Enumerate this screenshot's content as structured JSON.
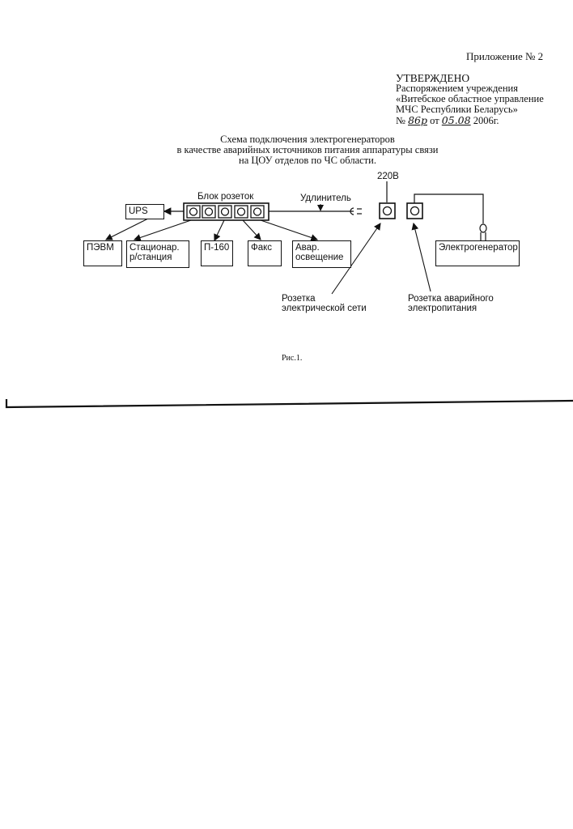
{
  "header": {
    "appendix": "Приложение № 2",
    "approved": "УТВЕРЖДЕНО",
    "approved_by_line1": "Распоряжением учреждения",
    "approved_by_line2": "«Витебское областное управление",
    "approved_by_line3": "МЧС Республики Беларусь»",
    "number_prefix": "№",
    "number_value": "86р",
    "date_connector": "от",
    "date_value": "05.08",
    "year": "2006г."
  },
  "title": {
    "line1": "Схема   подключения  электрогенераторов",
    "line2": "в качестве аварийных источников питания аппаратуры связи",
    "line3": "на ЦОУ отделов по ЧС области."
  },
  "diagram": {
    "socket_block_label": "Блок розеток",
    "extension_label": "Удлинитель",
    "voltage_label": "220В",
    "ups_label": "UPS",
    "devices": {
      "pc": "ПЭВМ",
      "station_line1": "Стационар.",
      "station_line2": "р/станция",
      "p160": "П-160",
      "fax": "Факс",
      "emergency_line1": "Авар.",
      "emergency_line2": "освещение"
    },
    "generator_label": "Электрогенератор",
    "mains_socket_line1": "Розетка",
    "mains_socket_line2": "электрической сети",
    "backup_socket_line1": "Розетка аварийного",
    "backup_socket_line2": "электропитания",
    "socket_icon": "socket-icon",
    "plug_icon": "plug-icon"
  },
  "caption": "Рис.1."
}
